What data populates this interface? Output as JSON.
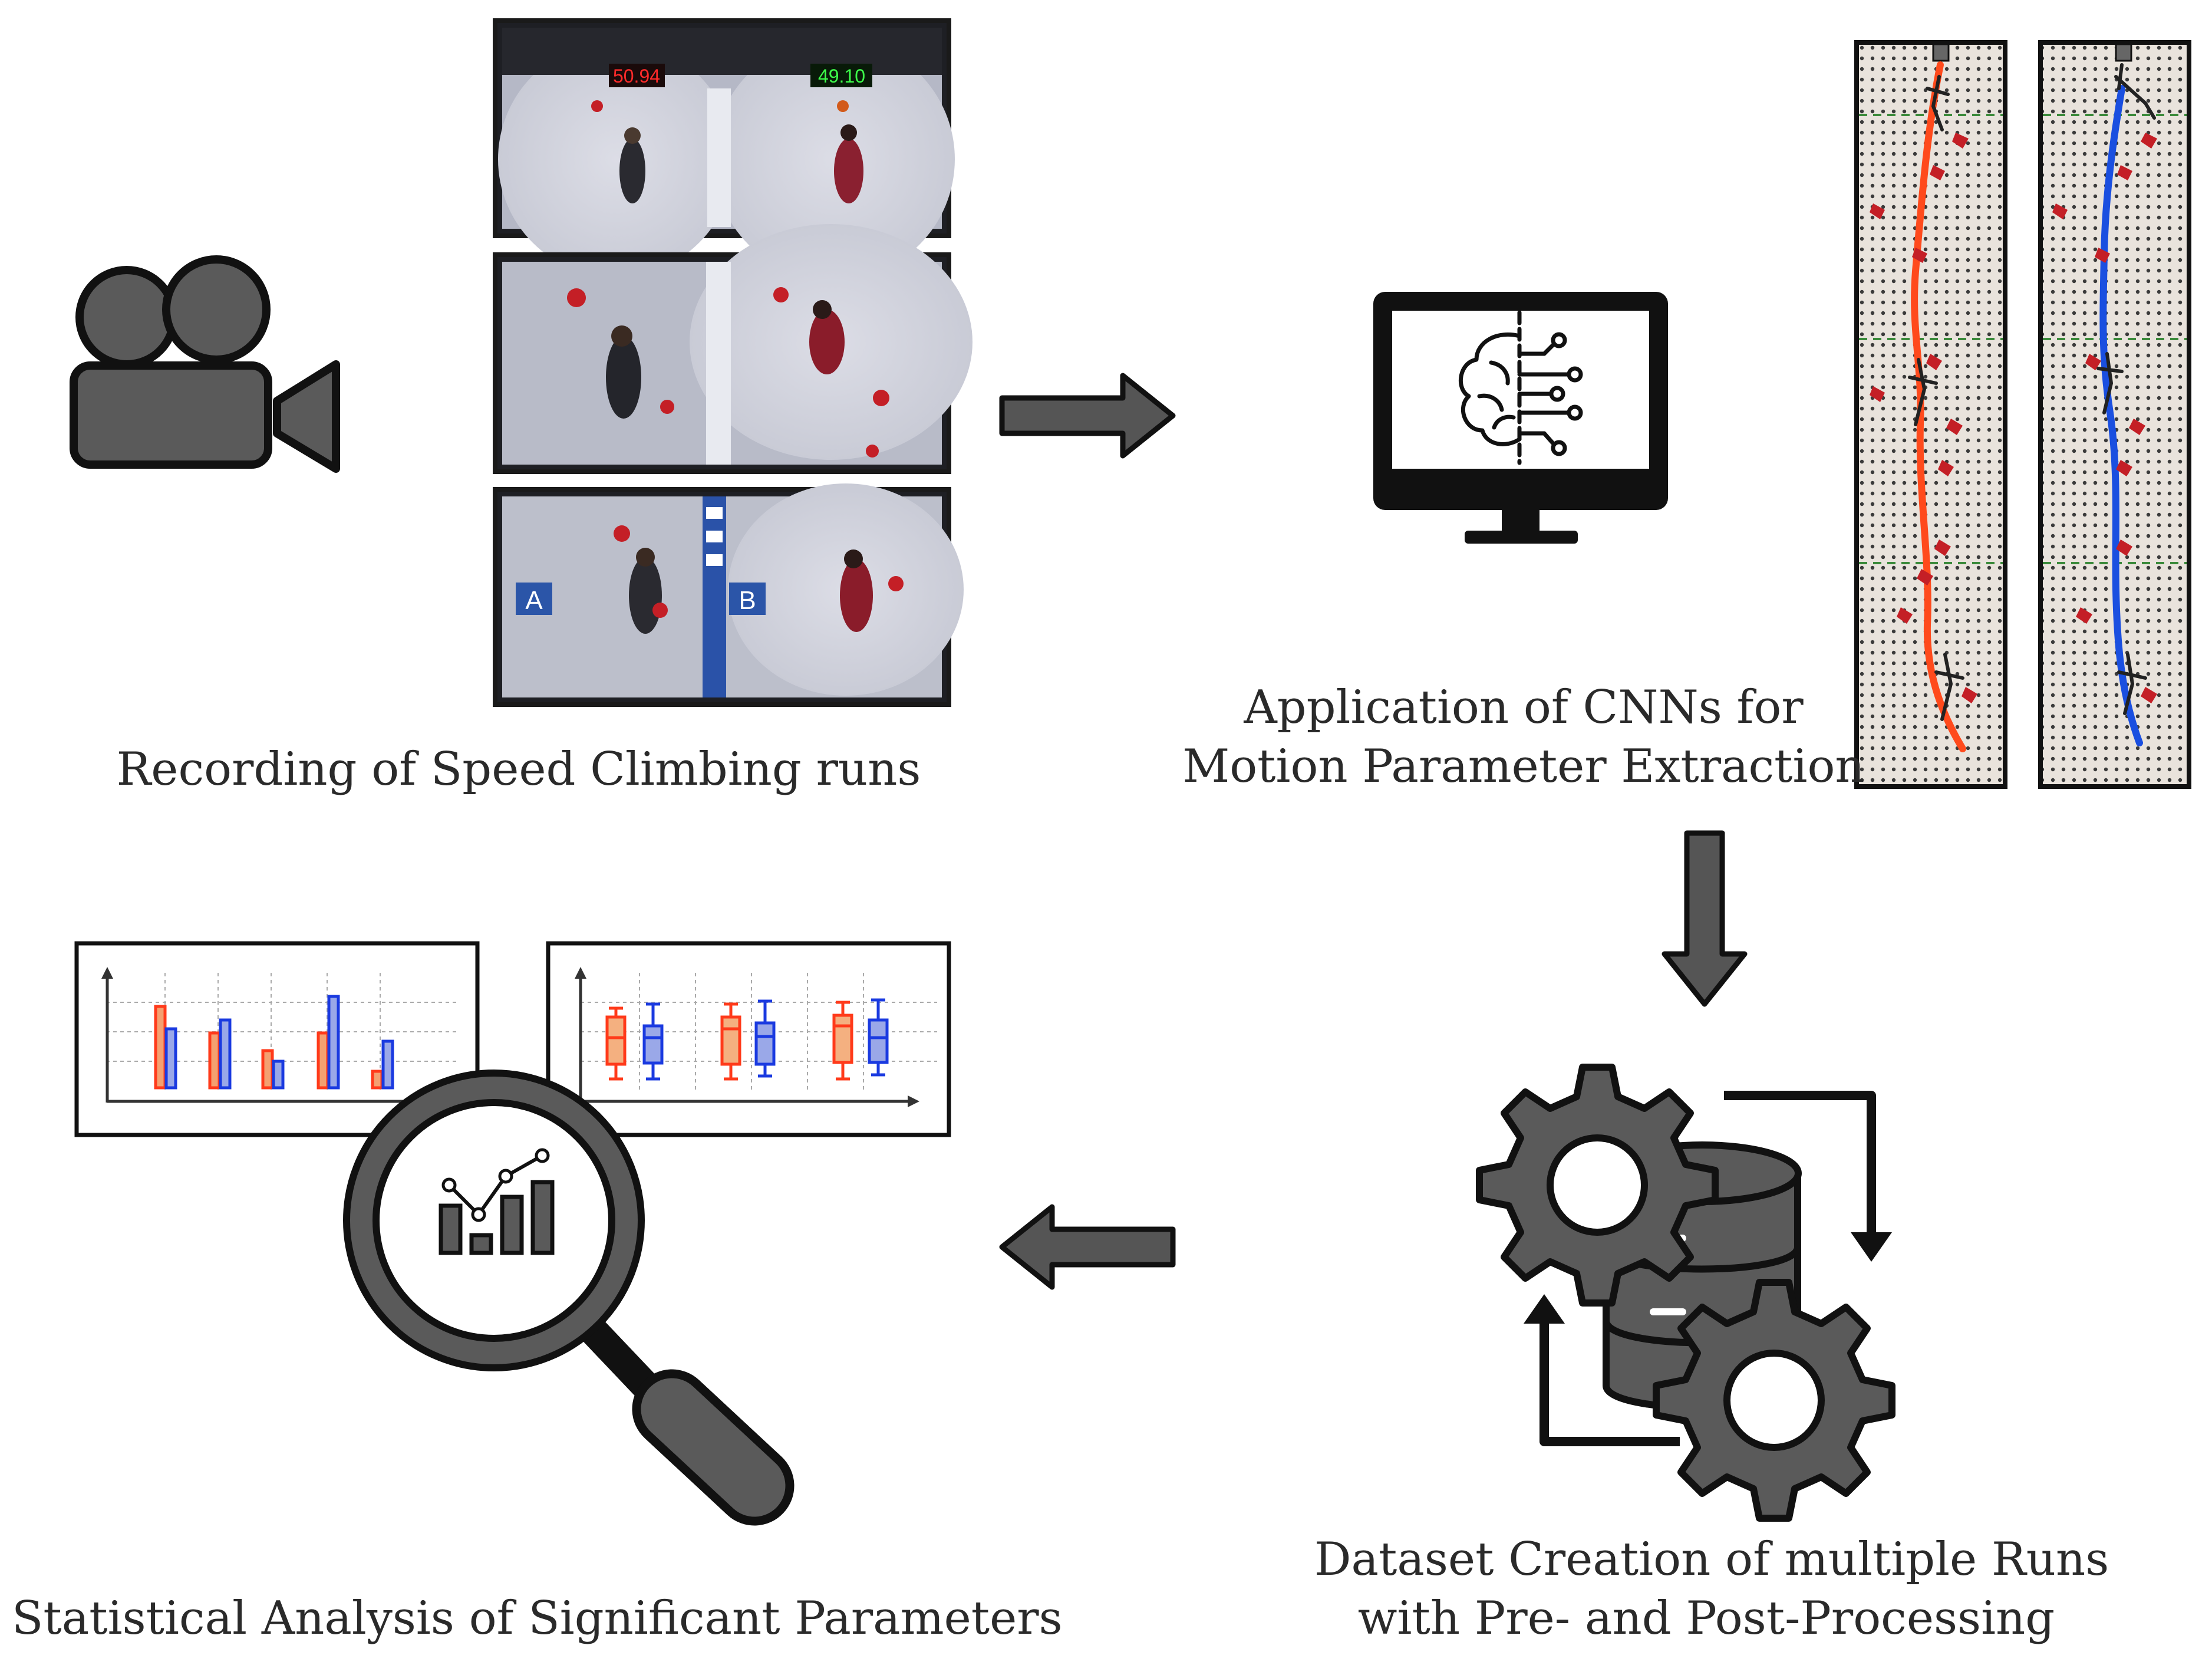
{
  "steps": [
    {
      "id": "recording",
      "caption_lines": [
        "Recording of Speed Climbing runs"
      ]
    },
    {
      "id": "cnn",
      "caption_lines": [
        "Application of CNNs for",
        "Motion Parameter Extraction"
      ]
    },
    {
      "id": "dataset",
      "caption_lines": [
        "Dataset Creation of multiple Runs",
        "with Pre- and Post-Processing"
      ]
    },
    {
      "id": "analysis",
      "caption_lines": [
        "Statistical Analysis of Significant Parameters"
      ]
    }
  ],
  "video_frames": {
    "timer_left": "50.94",
    "timer_right": "49.10",
    "lane_a": "A",
    "lane_b": "B"
  },
  "trajectory_colors": {
    "left_athlete": "#ff4a1c",
    "right_athlete": "#1a4fe0"
  },
  "colors": {
    "icon_fill": "#5a5a5a",
    "icon_stroke": "#111111",
    "arrow_fill": "#555555",
    "hold_red": "#c41f26"
  }
}
